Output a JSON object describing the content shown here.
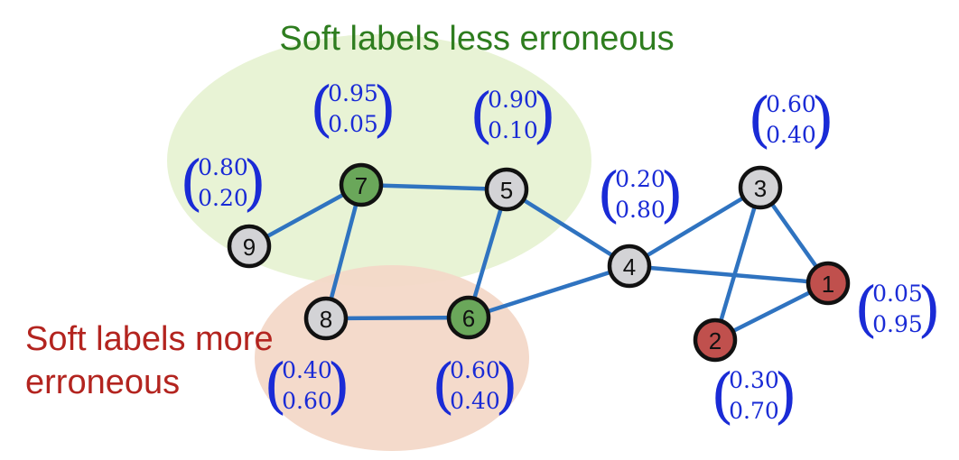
{
  "regions": {
    "less_erroneous": {
      "label": "Soft labels less erroneous",
      "fill": "#e8f3d5",
      "text_color": "#2e7d1f"
    },
    "more_erroneous": {
      "label_line1": "Soft labels more",
      "label_line2": "erroneous",
      "fill": "#f3d8c8",
      "text_color": "#b3241f"
    }
  },
  "colors": {
    "edge": "#2f73c0",
    "prob_text": "#1a2bd6",
    "node_stroke": "#111111",
    "node_gray": "#d3d3d6",
    "node_green": "#6aa75a",
    "node_red": "#c0504d"
  },
  "nodes": [
    {
      "id": "1",
      "label": "1",
      "color": "red",
      "p1": "0.05",
      "p2": "0.95"
    },
    {
      "id": "2",
      "label": "2",
      "color": "red",
      "p1": "0.30",
      "p2": "0.70"
    },
    {
      "id": "3",
      "label": "3",
      "color": "gray",
      "p1": "0.60",
      "p2": "0.40"
    },
    {
      "id": "4",
      "label": "4",
      "color": "gray",
      "p1": "0.20",
      "p2": "0.80"
    },
    {
      "id": "5",
      "label": "5",
      "color": "gray",
      "p1": "0.90",
      "p2": "0.10"
    },
    {
      "id": "6",
      "label": "6",
      "color": "green",
      "p1": "0.60",
      "p2": "0.40"
    },
    {
      "id": "7",
      "label": "7",
      "color": "green",
      "p1": "0.95",
      "p2": "0.05"
    },
    {
      "id": "8",
      "label": "8",
      "color": "gray",
      "p1": "0.40",
      "p2": "0.60"
    },
    {
      "id": "9",
      "label": "9",
      "color": "gray",
      "p1": "0.80",
      "p2": "0.20"
    }
  ],
  "edges": [
    [
      "9",
      "7"
    ],
    [
      "7",
      "5"
    ],
    [
      "7",
      "8"
    ],
    [
      "8",
      "6"
    ],
    [
      "5",
      "6"
    ],
    [
      "5",
      "4"
    ],
    [
      "6",
      "4"
    ],
    [
      "4",
      "3"
    ],
    [
      "4",
      "1"
    ],
    [
      "3",
      "1"
    ],
    [
      "3",
      "2"
    ],
    [
      "2",
      "1"
    ]
  ]
}
